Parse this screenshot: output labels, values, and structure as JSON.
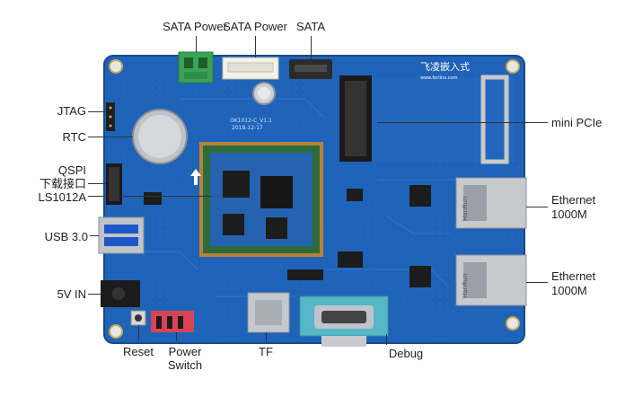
{
  "labels": {
    "sata_power_1": "SATA Power",
    "sata_power_2": "SATA Power",
    "sata": "SATA",
    "jtag": "JTAG",
    "rtc": "RTC",
    "qspi_1": "QSPI",
    "qspi_2": "下载接口",
    "ls1012a": "LS1012A",
    "usb": "USB 3.0",
    "power_in": "5V IN",
    "reset": "Reset",
    "power_switch_1": "Power",
    "power_switch_2": "Switch",
    "tf": "TF",
    "debug": "Debug",
    "mini_pcie": "mini PCIe",
    "ethernet_1_a": "Ethernet",
    "ethernet_1_b": "1000M",
    "ethernet_2_a": "Ethernet",
    "ethernet_2_b": "1000M"
  },
  "board": {
    "brand_logo": "飞凌嵌入式",
    "brand_url": "www.forlinx.com",
    "silkscreen_1": "OK1012-C_V1.1",
    "silkscreen_2": "2018-12-17",
    "rj45_brand": "HanRun"
  },
  "colors": {
    "pcb_blue": "#1f63b8",
    "pcb_dark": "#184f95",
    "som_green": "#2e6b3b",
    "debug_cyan": "#55b7c7",
    "switch_red": "#d84452",
    "terminal_green": "#3aa356"
  }
}
